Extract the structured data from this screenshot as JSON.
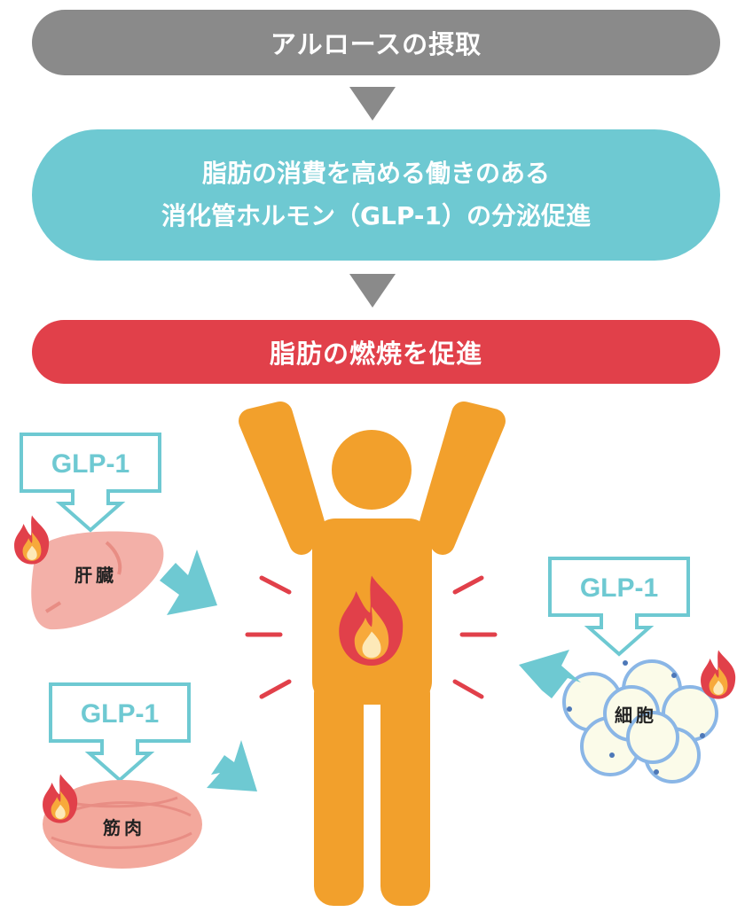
{
  "steps": {
    "intake": "アルロースの摂取",
    "glp_line1": "脂肪の消費を高める働きのある",
    "glp_line2": "消化管ホルモン（GLP-1）の分泌促進",
    "burn": "脂肪の燃焼を促進"
  },
  "organs": {
    "liver": {
      "glp": "GLP-1",
      "label": "肝臓"
    },
    "muscle": {
      "glp": "GLP-1",
      "label": "筋肉"
    },
    "cells": {
      "glp": "GLP-1",
      "label": "細胞"
    }
  },
  "colors": {
    "gray": "#8a8a8a",
    "teal": "#6ec9d2",
    "red": "#e1404a",
    "orange": "#f2a02c",
    "salmon": "#f0a8a0"
  }
}
